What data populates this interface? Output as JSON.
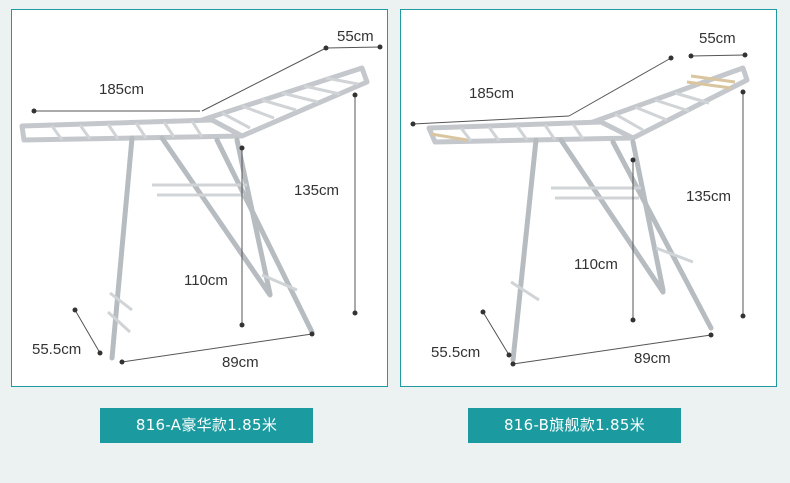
{
  "products": [
    {
      "label": "816-A豪华款1.85米",
      "dims": {
        "length": "185cm",
        "wing": "55cm",
        "height": "135cm",
        "mid_height": "110cm",
        "depth": "55.5cm",
        "base": "89cm"
      }
    },
    {
      "label": "816-B旗舰款1.85米",
      "dims": {
        "length": "185cm",
        "wing": "55cm",
        "height": "135cm",
        "mid_height": "110cm",
        "depth": "55.5cm",
        "base": "89cm"
      }
    }
  ],
  "colors": {
    "accent": "#1b9ba0",
    "border": "#1f9aa0",
    "background": "#ecf1f2",
    "frame": "#b8bcc0",
    "dim_line": "#555555"
  }
}
